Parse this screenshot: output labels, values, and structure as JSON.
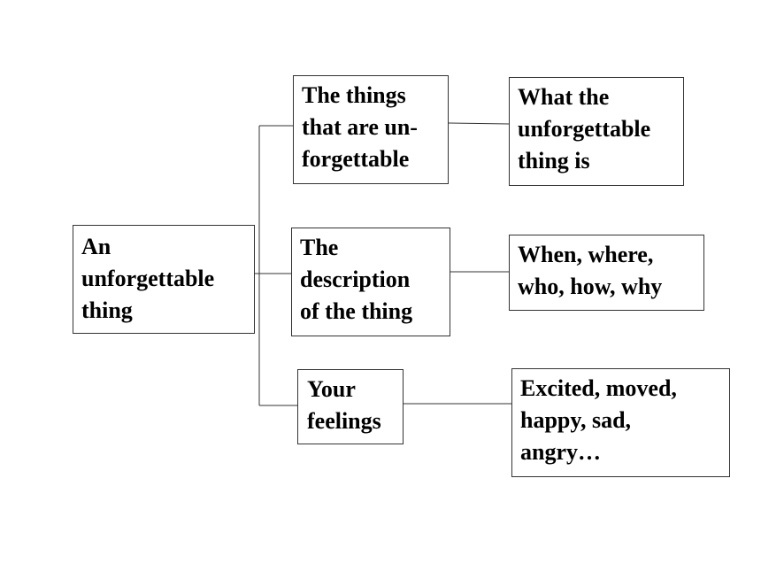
{
  "diagram": {
    "root": {
      "label": "An\nunforgettable\nthing"
    },
    "branches": [
      {
        "label": "The things\nthat are un-\nforgettable",
        "detail": "What the\nunforgettable\nthing is"
      },
      {
        "label": "The\ndescription\nof the thing",
        "detail": "When, where,\nwho, how, why"
      },
      {
        "label": "Your\nfeelings",
        "detail": "Excited, moved,\nhappy, sad,\nangry…"
      }
    ],
    "colors": {
      "border": "#333333",
      "text": "#000000",
      "background": "#ffffff"
    }
  }
}
